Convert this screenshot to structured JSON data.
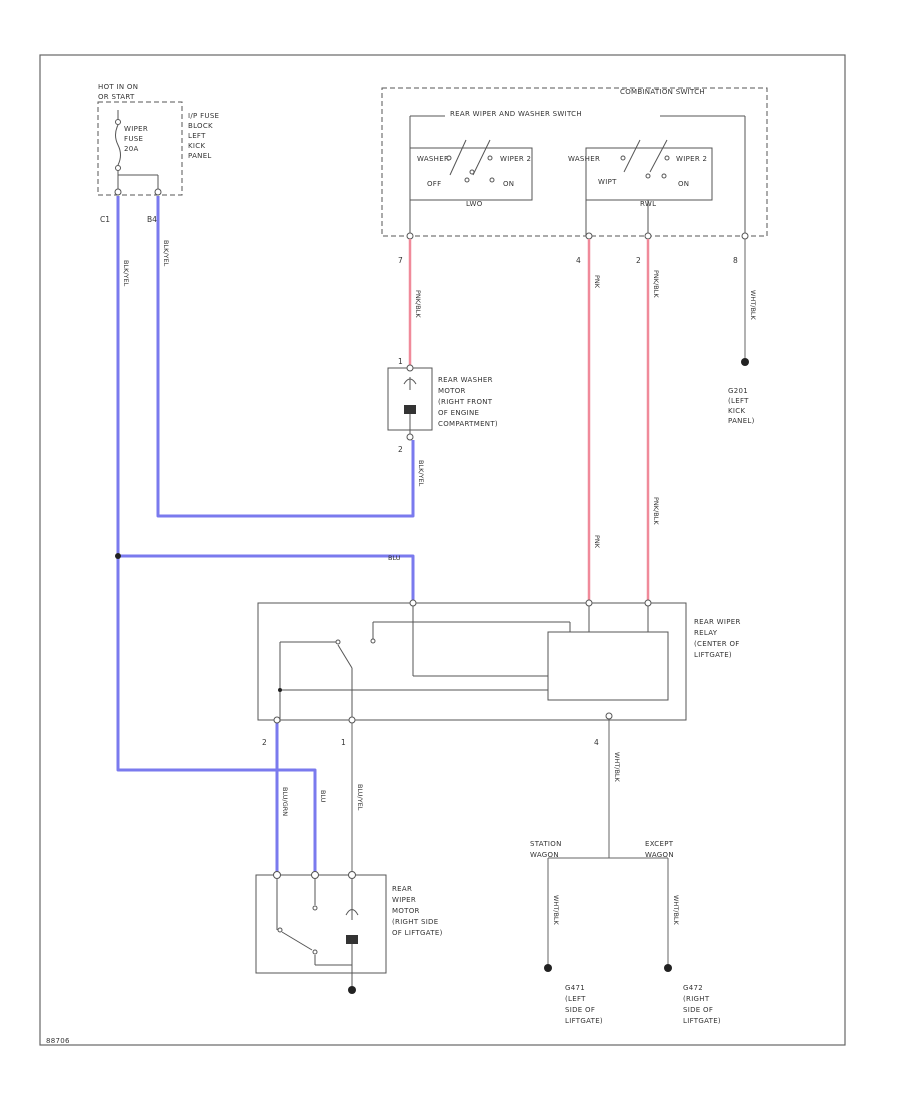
{
  "diagram_id": "88706",
  "power_source": {
    "line1": "HOT IN ON",
    "line2": "OR START"
  },
  "fuse_block": {
    "name": [
      "I/P FUSE",
      "BLOCK"
    ],
    "location": [
      "LEFT",
      "KICK",
      "PANEL"
    ],
    "fuse": [
      "WIPER",
      "FUSE",
      "20A"
    ],
    "pins": [
      "C1",
      "B4"
    ]
  },
  "combination_switch": {
    "title": "COMBINATION SWITCH",
    "subtitle": "REAR WIPER AND WASHER SWITCH",
    "washer_switch": {
      "left": "WASHER",
      "right": "WIPER 2",
      "off": "OFF",
      "on": "ON",
      "name": "LWO"
    },
    "wiper_switch": {
      "left": "WASHER",
      "right": "WIPER 2",
      "off": "WIPT",
      "on": "ON",
      "name": "RWL"
    },
    "pins": [
      "7",
      "4",
      "2",
      "8"
    ]
  },
  "wires": {
    "blue1": "BLK/YEL",
    "blue2": "BLK/YEL",
    "red1": "PNK/BLK",
    "red2": "PNK",
    "red3": "PNK/BLK",
    "red2_lower": "PNK",
    "red3_lower": "PNK/BLK",
    "wash_out": "BLK/YEL",
    "gnd1": "WHT/BLK",
    "relay_blue": "BLU",
    "motor_w1": "BLU/GRN",
    "motor_w2": "BLU",
    "motor_w3": "BLU/YEL",
    "relay_gnd": "WHT/BLK",
    "gnd_left": "WHT/BLK",
    "gnd_right": "WHT/BLK"
  },
  "ground_g201": {
    "id": "G201",
    "location": [
      "(LEFT",
      "KICK",
      "PANEL)"
    ]
  },
  "washer_motor": {
    "label": [
      "REAR WASHER",
      "MOTOR",
      "(RIGHT FRONT",
      "OF ENGINE",
      "COMPARTMENT)"
    ],
    "pins": [
      "1",
      "2"
    ]
  },
  "relay": {
    "label": [
      "REAR WIPER",
      "RELAY",
      "(CENTER OF",
      "LIFTGATE)"
    ],
    "pins_bottom": [
      "2",
      "1",
      "4"
    ]
  },
  "wiper_motor": {
    "label": [
      "REAR",
      "WIPER",
      "MOTOR",
      "(RIGHT SIDE",
      "OF LIFTGATE)"
    ]
  },
  "variants": {
    "left": [
      "STATION",
      "WAGON"
    ],
    "right": [
      "EXCEPT",
      "WAGON"
    ]
  },
  "grounds": {
    "left": {
      "id": "G471",
      "location": [
        "(LEFT",
        "SIDE OF",
        "LIFTGATE)"
      ]
    },
    "right": {
      "id": "G472",
      "location": [
        "(RIGHT",
        "SIDE OF",
        "LIFTGATE)"
      ]
    }
  },
  "colors": {
    "blue_wire": "#7a7aee",
    "pink_wire": "#f08a9a",
    "line": "#555555"
  }
}
